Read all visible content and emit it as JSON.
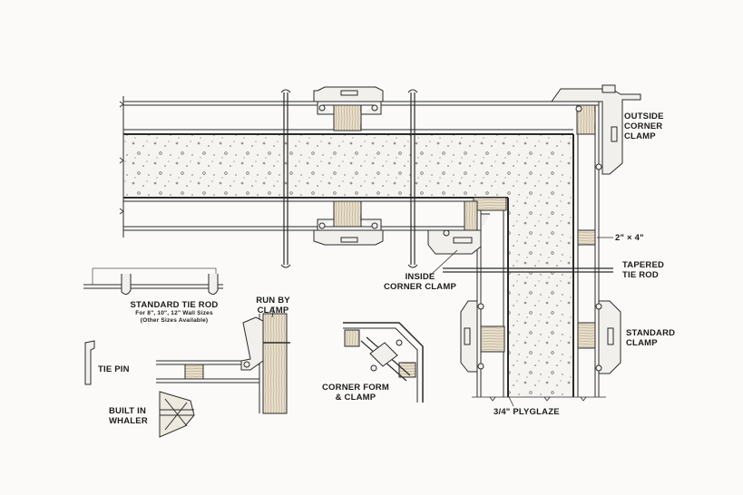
{
  "labels": {
    "outside_corner_clamp": [
      "OUTSIDE",
      "CORNER",
      "CLAMP"
    ],
    "two_by_four": "2\" × 4\"",
    "tapered_tie_rod": [
      "TAPERED",
      "TIE ROD"
    ],
    "inside_corner_clamp": [
      "INSIDE",
      "CORNER CLAMP"
    ],
    "standard_clamp": [
      "STANDARD",
      "CLAMP"
    ],
    "standard_tie_rod": {
      "title": "STANDARD TIE ROD",
      "sub1": "For 8\", 10\", 12\" Wall Sizes",
      "sub2": "(Other Sizes Available)"
    },
    "run_by_clamp": [
      "RUN BY",
      "CLAMP"
    ],
    "tie_pin": "TIE PIN",
    "built_in_whaler": [
      "BUILT IN",
      "WHALER"
    ],
    "corner_form_clamp": [
      "CORNER FORM",
      "& CLAMP"
    ],
    "plyglaze": "3/4\" PLYGLAZE"
  },
  "colors": {
    "line": "#2a2a2a",
    "wood": "#e6dcc8",
    "paper": "#fbfaf8",
    "concrete": "#f5f3ef"
  }
}
